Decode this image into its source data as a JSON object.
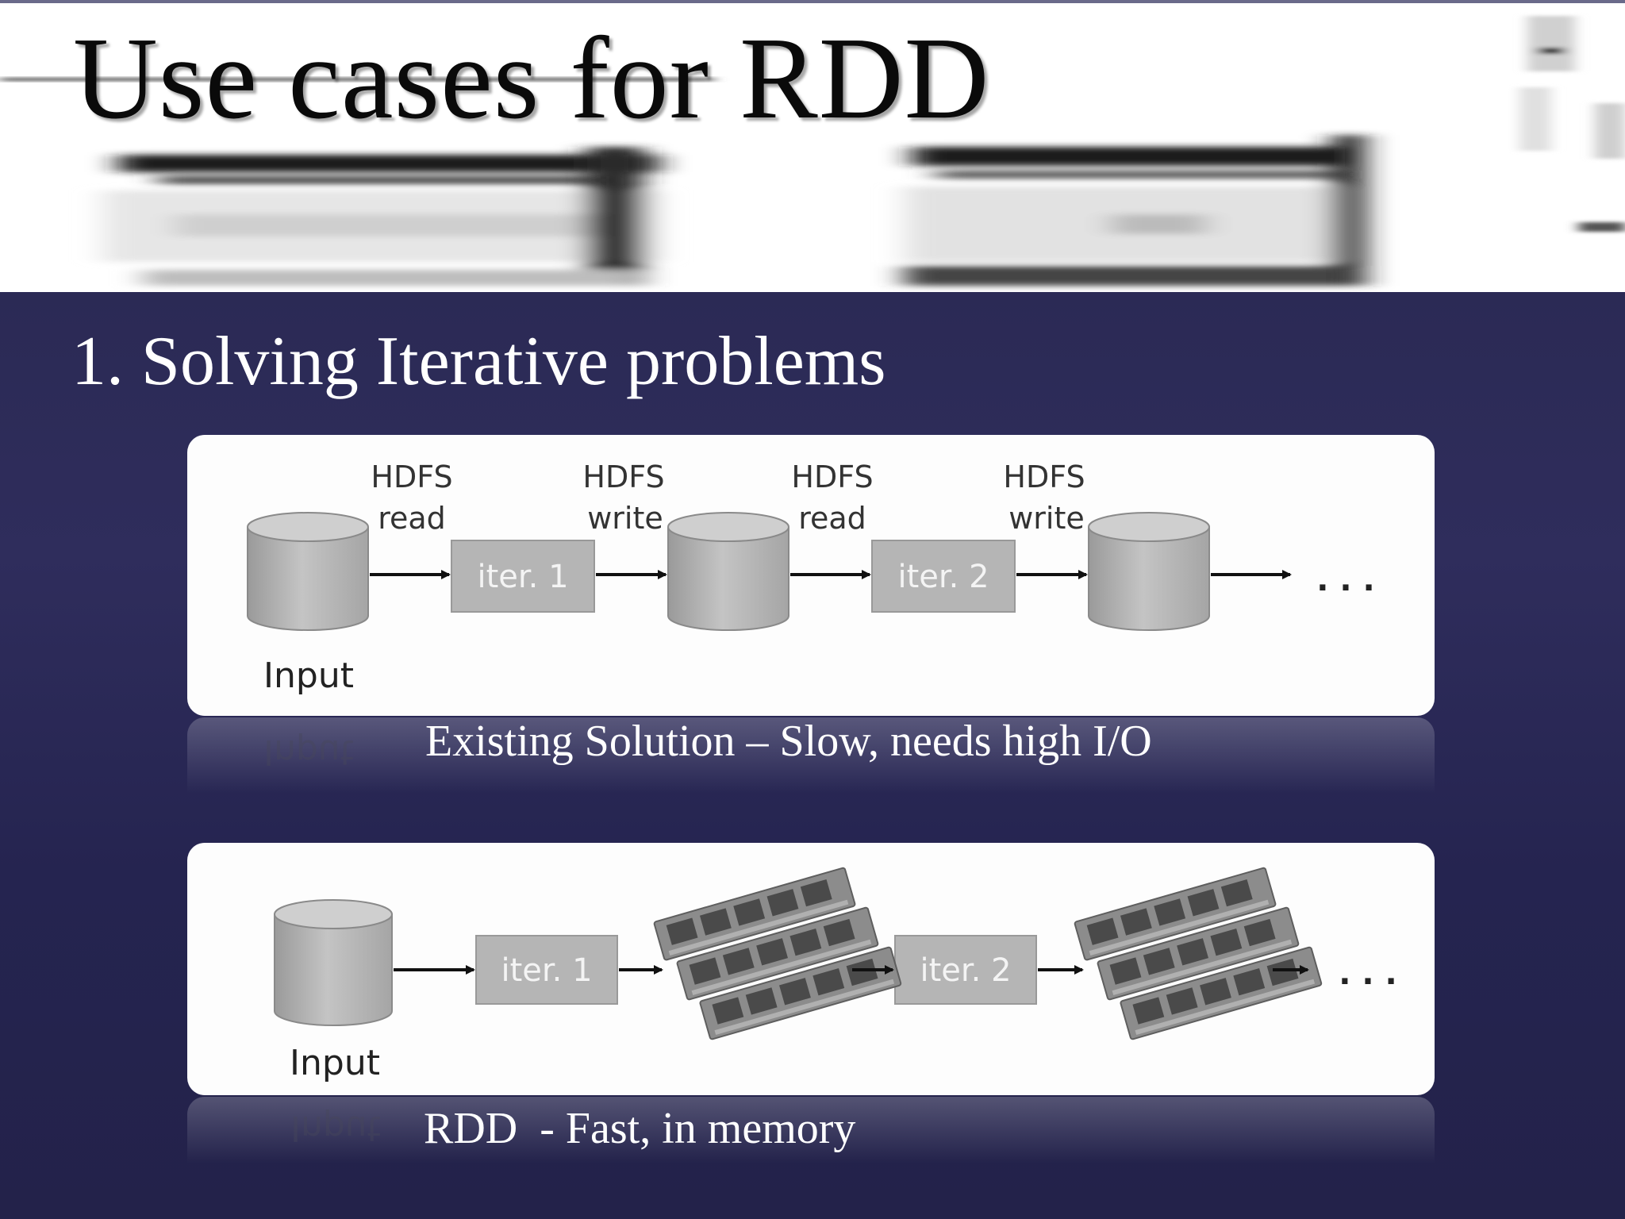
{
  "slide": {
    "title": "Use cases for RDD",
    "subtitle": "1. Solving Iterative problems"
  },
  "diagram_top": {
    "labels": {
      "hdfs_read_1_a": "HDFS",
      "hdfs_read_1_b": "read",
      "hdfs_write_1_a": "HDFS",
      "hdfs_write_1_b": "write",
      "hdfs_read_2_a": "HDFS",
      "hdfs_read_2_b": "read",
      "hdfs_write_2_a": "HDFS",
      "hdfs_write_2_b": "write",
      "iter1": "iter. 1",
      "iter2": "iter. 2",
      "input": "Input",
      "ellipsis": ". . ."
    },
    "caption": "Existing Solution – Slow, needs high I/O"
  },
  "diagram_bottom": {
    "labels": {
      "iter1": "iter. 1",
      "iter2": "iter. 2",
      "input": "Input",
      "ellipsis": ". . ."
    },
    "caption": "RDD  - Fast, in memory"
  },
  "colors": {
    "background": "#2b2a55",
    "panel": "#fdfdfd",
    "box_fill": "#b5b5b5",
    "cylinder_fill": "#b8b8b8",
    "arrow": "#111111"
  },
  "icons": [
    "database-cylinder-icon",
    "memory-module-icon",
    "arrow-right-icon"
  ]
}
